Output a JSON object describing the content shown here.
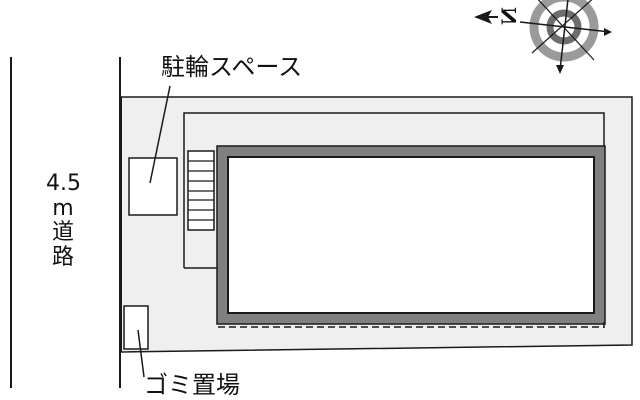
{
  "diagram": {
    "type": "site_plan",
    "compass": {
      "north_label": "N",
      "north_direction": "left",
      "ring_outer_color": "#9a9a9a",
      "ring_inner_color": "#6e6e6e"
    },
    "road": {
      "width_label": "4.5",
      "unit_label": "m",
      "name_label_1": "道",
      "name_label_2": "路"
    },
    "labels": {
      "bicycle_parking": "駐輪スペース",
      "garbage_area": "ゴミ置場"
    },
    "colors": {
      "lot_fill": "#efefef",
      "building_wall": "#808080",
      "line": "#1a1a1a",
      "background": "#ffffff"
    },
    "features": {
      "stair_steps": 8
    }
  }
}
